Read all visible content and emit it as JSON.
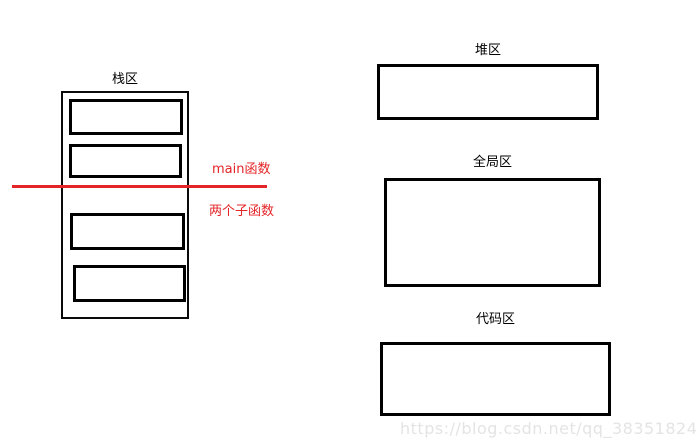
{
  "diagram": {
    "stack": {
      "label": "栈区",
      "frame_count": 4
    },
    "divider": {
      "above_label": "main函数",
      "below_label": "两个子函数",
      "line_color": "#e42528"
    },
    "heap": {
      "label": "堆区"
    },
    "global_area": {
      "label": "全局区"
    },
    "code_area": {
      "label": "代码区"
    },
    "watermark": {
      "text": "https://blog.csdn.net/qq_38351824",
      "color": "#e4e4e4"
    },
    "colors": {
      "border": "#000000",
      "background": "#ffffff",
      "annotation_red": "#e42528"
    }
  }
}
